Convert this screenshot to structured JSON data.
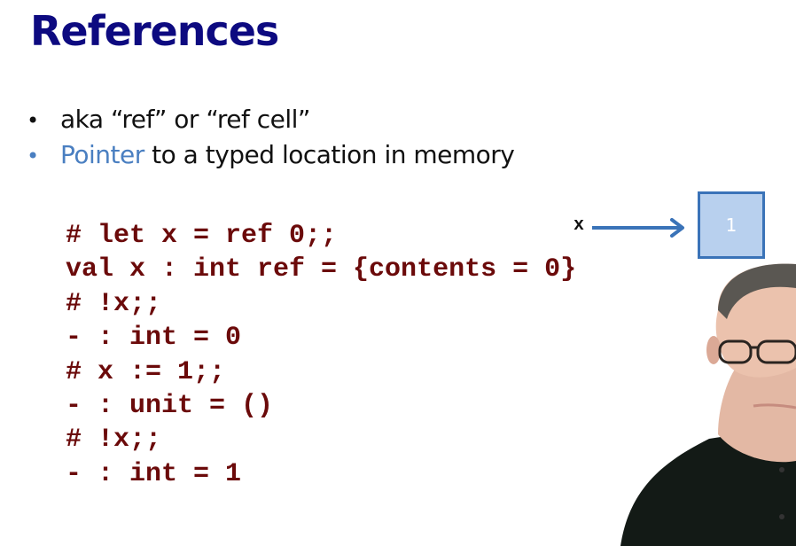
{
  "slide": {
    "title": "References",
    "bullets": [
      {
        "text": "aka “ref” or “ref cell”",
        "accent": "",
        "rest": ""
      },
      {
        "accent": "Pointer",
        "rest": " to a typed location in memory"
      }
    ],
    "code_lines": [
      "# let x = ref 0;;",
      "val x : int ref = {contents = 0}",
      "# !x;;",
      "- : int = 0",
      "# x := 1;;",
      "- : unit = ()",
      "# !x;;",
      "- : int = 1"
    ],
    "diagram": {
      "variable_label": "x",
      "cell_value": "1"
    },
    "colors": {
      "title": "#0d0a80",
      "accent": "#4a7fc1",
      "code": "#6b0a0a",
      "box_fill": "#b8d0ee",
      "box_border": "#3a73b8"
    }
  }
}
